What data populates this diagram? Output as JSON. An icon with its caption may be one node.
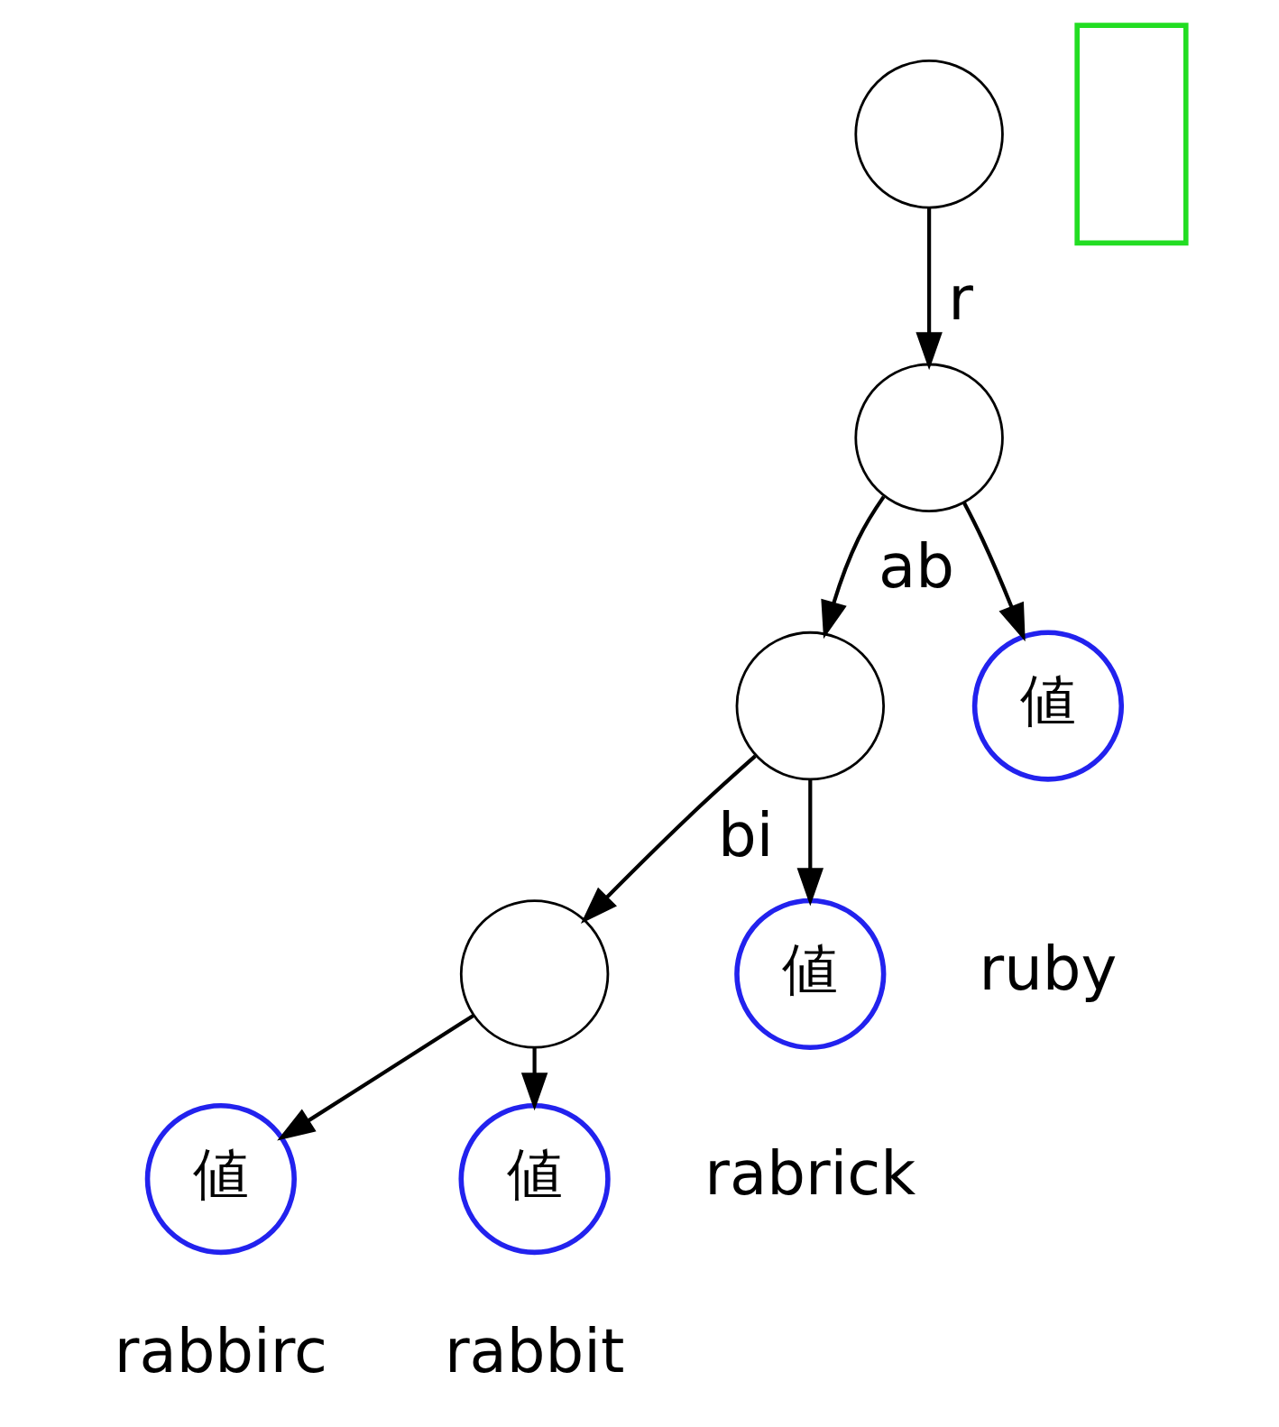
{
  "diagram": {
    "nodes": [
      {
        "text": [],
        "shape": "circle"
      },
      {
        "text": [],
        "shape": "circle"
      },
      {
        "text": [],
        "shape": "circle"
      },
      {
        "text": [
          "値"
        ],
        "beside": [
          "ruby"
        ]
      },
      {
        "text": [],
        "shape": "circle"
      },
      {
        "text": [
          "値"
        ],
        "beside": [
          "rabrick"
        ]
      },
      {
        "text": [
          "値"
        ],
        "beside": [
          "rabbirc"
        ]
      },
      {
        "text": [
          "値"
        ],
        "beside": [
          "rabbit"
        ]
      },
      {
        "text": [],
        "shape": "box"
      }
    ],
    "edges": [
      {
        "from": 0,
        "to": 1,
        "arrow": "to",
        "label": "r"
      },
      {
        "from": 1,
        "to": 2,
        "arrow": "to",
        "label": "ab"
      },
      {
        "from": 1,
        "to": 3,
        "arrow": "to"
      },
      {
        "from": 2,
        "to": 4,
        "arrow": "to",
        "label": "bi"
      },
      {
        "from": 2,
        "to": 5,
        "arrow": "to"
      },
      {
        "from": 4,
        "to": 6,
        "arrow": "to"
      },
      {
        "from": 4,
        "to": 7,
        "arrow": "to"
      }
    ]
  }
}
